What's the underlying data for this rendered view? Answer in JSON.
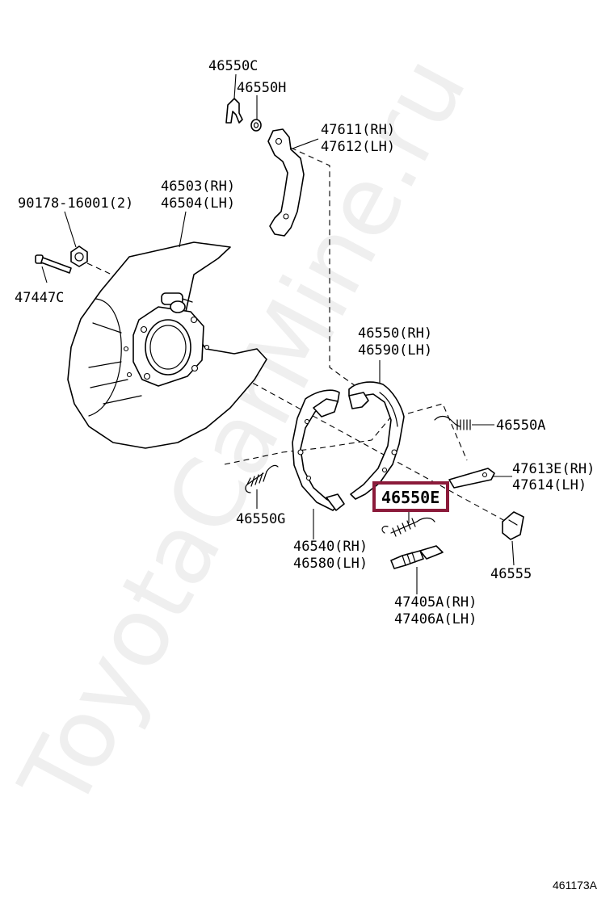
{
  "watermark": "ToyotaCarMine.ru",
  "figure_id": "461173A",
  "highlight_color": "#8b1a3a",
  "parts": {
    "p46550c": "46550C",
    "p46550h": "46550H",
    "p47611": "47611(RH)",
    "p47612": "47612(LH)",
    "p90178": "90178-16001(2)",
    "p46503": "46503(RH)",
    "p46504": "46504(LH)",
    "p47447c": "47447C",
    "p46550": "46550(RH)",
    "p46590": "46590(LH)",
    "p46550a": "46550A",
    "p47613e": "47613E(RH)",
    "p47614": "47614(LH)",
    "p46550e": "46550E",
    "p46550g": "46550G",
    "p46540": "46540(RH)",
    "p46580": "46580(LH)",
    "p46555": "46555",
    "p47405a": "47405A(RH)",
    "p47406a": "47406A(LH)"
  }
}
